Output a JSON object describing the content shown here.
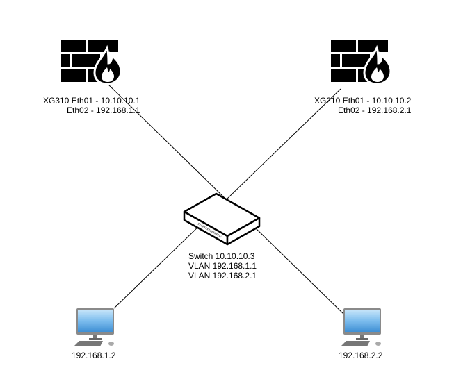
{
  "diagram": {
    "type": "network-topology",
    "nodes": [
      {
        "id": "fw1",
        "kind": "firewall",
        "icon": "firewall-icon",
        "label_lines": [
          "XG310 Eth01 - 10.10.10.1",
          "Eth02 - 192.168.1.1"
        ]
      },
      {
        "id": "fw2",
        "kind": "firewall",
        "icon": "firewall-icon",
        "label_lines": [
          "XG210 Eth01 - 10.10.10.2",
          "Eth02 - 192.168.2.1"
        ]
      },
      {
        "id": "switch",
        "kind": "switch",
        "icon": "switch-icon",
        "label_lines": [
          "Switch 10.10.10.3",
          "VLAN 192.168.1.1",
          "VLAN 192.168.2.1"
        ]
      },
      {
        "id": "pc1",
        "kind": "workstation",
        "icon": "desktop-computer-icon",
        "label_lines": [
          "192.168.1.2"
        ]
      },
      {
        "id": "pc2",
        "kind": "workstation",
        "icon": "desktop-computer-icon",
        "label_lines": [
          "192.168.2.2"
        ]
      }
    ],
    "edges": [
      {
        "from": "fw1",
        "to": "pc2"
      },
      {
        "from": "fw2",
        "to": "pc1"
      }
    ],
    "colors": {
      "line": "#000000",
      "firewall": "#000000",
      "screen_light": "#bfe0f7",
      "screen_dark": "#3a8fd6",
      "frame": "#8a8a8a"
    }
  }
}
